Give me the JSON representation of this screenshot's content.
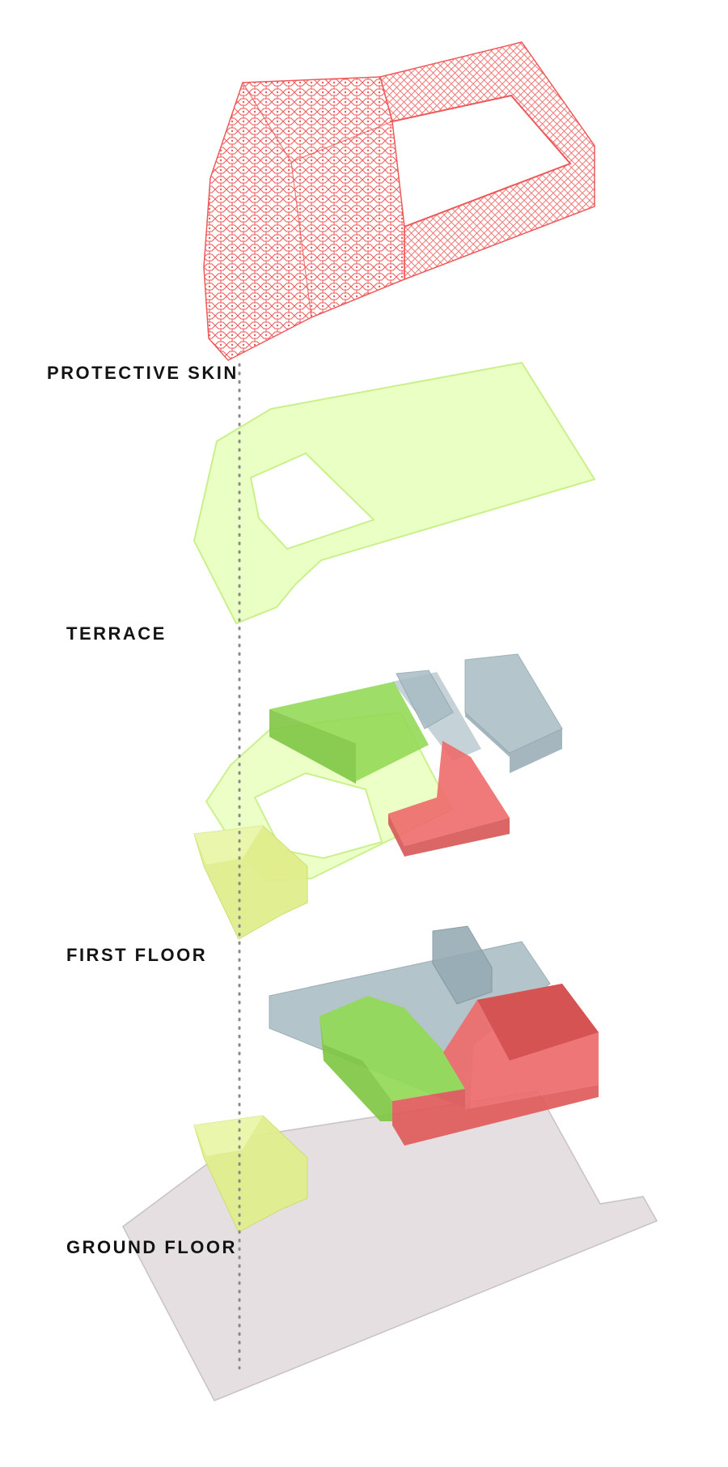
{
  "labels": {
    "protective_skin": "PROTECTIVE SKIN",
    "terrace": "TERRACE",
    "first_floor": "FIRST FLOOR",
    "ground_floor": "GROUND FLOOR"
  },
  "colors": {
    "background": "#ffffff",
    "skin_mesh": "#ee5a5a",
    "terrace_fill": "#eaffc4",
    "terrace_edge": "#c9f08a",
    "green_volume": "#93d957",
    "blue_volume": "#a9bcc4",
    "red_volume": "#ee6a6a",
    "yellow_volume": "#e0ee8c",
    "ground_slab": "#e6dfe1",
    "axis_dots": "#8a8a8a",
    "label_text": "#141414"
  }
}
